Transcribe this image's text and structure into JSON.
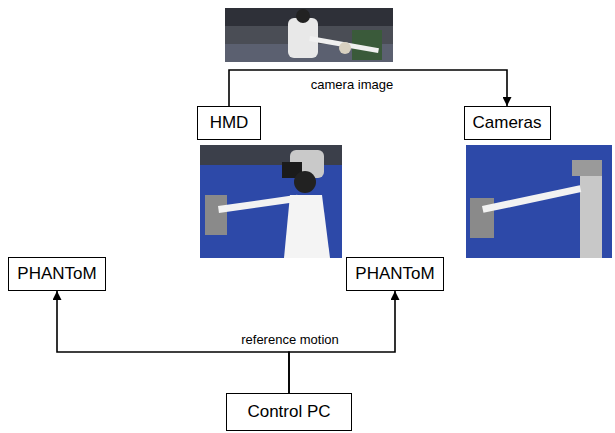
{
  "diagram": {
    "nodes": [
      {
        "text": [
          "HMD"
        ]
      },
      {
        "text": [
          "Cameras"
        ]
      },
      {
        "text": [
          "PHANToM"
        ]
      },
      {
        "text": [
          "PHANToM"
        ]
      },
      {
        "text": [
          "Control PC"
        ]
      }
    ],
    "edges": [
      {
        "from": 0,
        "to": 1,
        "arrow": "to",
        "label": "camera image"
      },
      {
        "from": 4,
        "to": 2,
        "arrow": "to",
        "label": "reference motion"
      },
      {
        "from": 4,
        "to": 3,
        "arrow": "to"
      }
    ]
  }
}
